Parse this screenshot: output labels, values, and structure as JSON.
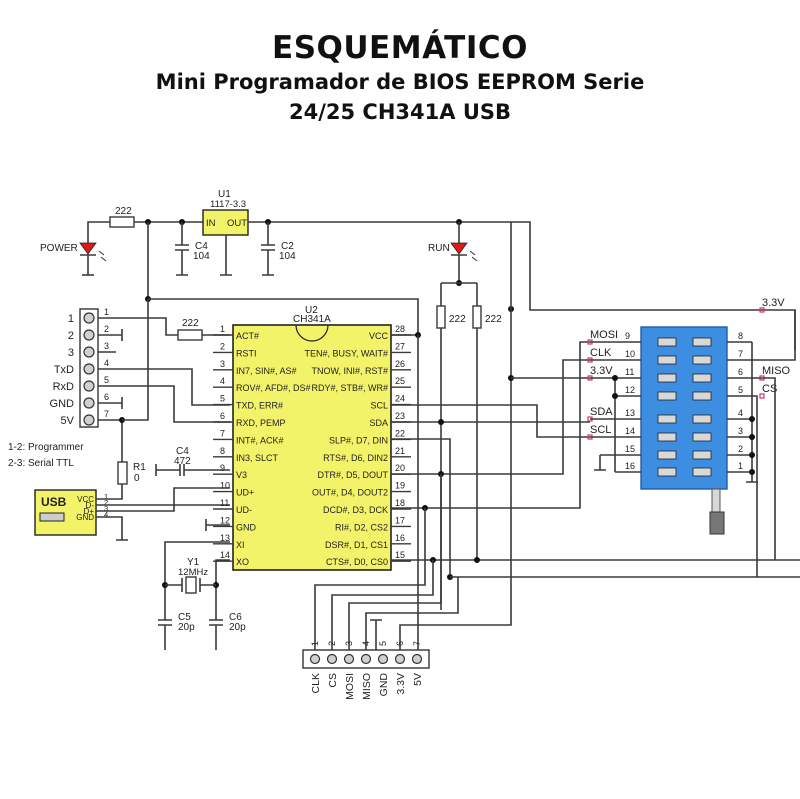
{
  "title": {
    "main": "ESQUEMÁTICO",
    "line1": "Mini Programador de BIOS EEPROM Serie",
    "line2": "24/25 CH341A USB"
  },
  "colors": {
    "chip_fill": "#f3f36a",
    "socket_fill": "#3d8de0",
    "led_red": "#e01818",
    "net_label": "#2fb82f",
    "net_marker": "#d03a5a",
    "wire": "#3a3a3a"
  },
  "power": {
    "led_label": "POWER",
    "resistor": "222",
    "regulator_ref": "U1",
    "regulator_part": "1117-3.3",
    "regulator_in": "IN",
    "regulator_out": "OUT",
    "c4_top_ref": "C4",
    "c4_top_val": "104",
    "c2_ref": "C2",
    "c2_val": "104"
  },
  "run": {
    "led_label": "RUN",
    "r_left": "222",
    "r_right": "222"
  },
  "header": {
    "labels": [
      "1",
      "2",
      "3",
      "TxD",
      "RxD",
      "GND",
      "5V"
    ],
    "pin_numbers": [
      "1",
      "2",
      "3",
      "4",
      "5",
      "6",
      "7"
    ],
    "resistor": "222",
    "note1": "1-2: Programmer",
    "note2": "2-3: Serial TTL"
  },
  "usb": {
    "label": "USB",
    "pins": [
      "VCC",
      "D-",
      "D+",
      "GND"
    ],
    "pin_numbers": [
      "1",
      "2",
      "3",
      "4"
    ],
    "r1_ref": "R1",
    "r1_val": "0"
  },
  "chip": {
    "ref": "U2",
    "part": "CH341A",
    "left_pins": [
      {
        "num": "1",
        "name": "ACT#"
      },
      {
        "num": "2",
        "name": "RSTI"
      },
      {
        "num": "3",
        "name": "IN7, SIN#, AS#"
      },
      {
        "num": "4",
        "name": "ROV#, AFD#, DS#"
      },
      {
        "num": "5",
        "name": "TXD, ERR#"
      },
      {
        "num": "6",
        "name": "RXD, PEMP"
      },
      {
        "num": "7",
        "name": "INT#, ACK#"
      },
      {
        "num": "8",
        "name": "IN3, SLCT"
      },
      {
        "num": "9",
        "name": "V3"
      },
      {
        "num": "10",
        "name": "UD+"
      },
      {
        "num": "11",
        "name": "UD-"
      },
      {
        "num": "12",
        "name": "GND"
      },
      {
        "num": "13",
        "name": "XI"
      },
      {
        "num": "14",
        "name": "XO"
      }
    ],
    "right_pins": [
      {
        "num": "28",
        "name": "VCC"
      },
      {
        "num": "27",
        "name": "TEN#, BUSY, WAIT#"
      },
      {
        "num": "26",
        "name": "TNOW, INI#, RST#"
      },
      {
        "num": "25",
        "name": "RDY#, STB#, WR#"
      },
      {
        "num": "24",
        "name": "SCL"
      },
      {
        "num": "23",
        "name": "SDA"
      },
      {
        "num": "22",
        "name": "SLP#, D7, DIN"
      },
      {
        "num": "21",
        "name": "RTS#, D6, DIN2"
      },
      {
        "num": "20",
        "name": "DTR#, D5, DOUT"
      },
      {
        "num": "19",
        "name": "OUT#, D4, DOUT2"
      },
      {
        "num": "18",
        "name": "DCD#, D3, DCK"
      },
      {
        "num": "17",
        "name": "RI#, D2, CS2"
      },
      {
        "num": "16",
        "name": "DSR#, D1, CS1"
      },
      {
        "num": "15",
        "name": "CTS#, D0, CS0"
      }
    ]
  },
  "v3cap": {
    "ref": "C4",
    "val": "472"
  },
  "crystal": {
    "ref": "Y1",
    "val": "12MHz",
    "c5_ref": "C5",
    "c5_val": "20p",
    "c6_ref": "C6",
    "c6_val": "20p"
  },
  "socket": {
    "left_pins": [
      "9",
      "10",
      "11",
      "12",
      "13",
      "14",
      "15",
      "16"
    ],
    "right_pins": [
      "8",
      "7",
      "6",
      "5",
      "4",
      "3",
      "2",
      "1"
    ],
    "net_labels": {
      "top": "3.3V",
      "mosi": "MOSI",
      "clk": "CLK",
      "v33": "3.3V",
      "sda": "SDA",
      "scl": "SCL",
      "miso": "MISO",
      "cs": "CS"
    }
  },
  "spi_header": {
    "pin_numbers": [
      "1",
      "2",
      "3",
      "4",
      "5",
      "6",
      "7"
    ],
    "labels": [
      "CLK",
      "CS",
      "MOSI",
      "MISO",
      "GND",
      "3.3V",
      "5V"
    ]
  }
}
